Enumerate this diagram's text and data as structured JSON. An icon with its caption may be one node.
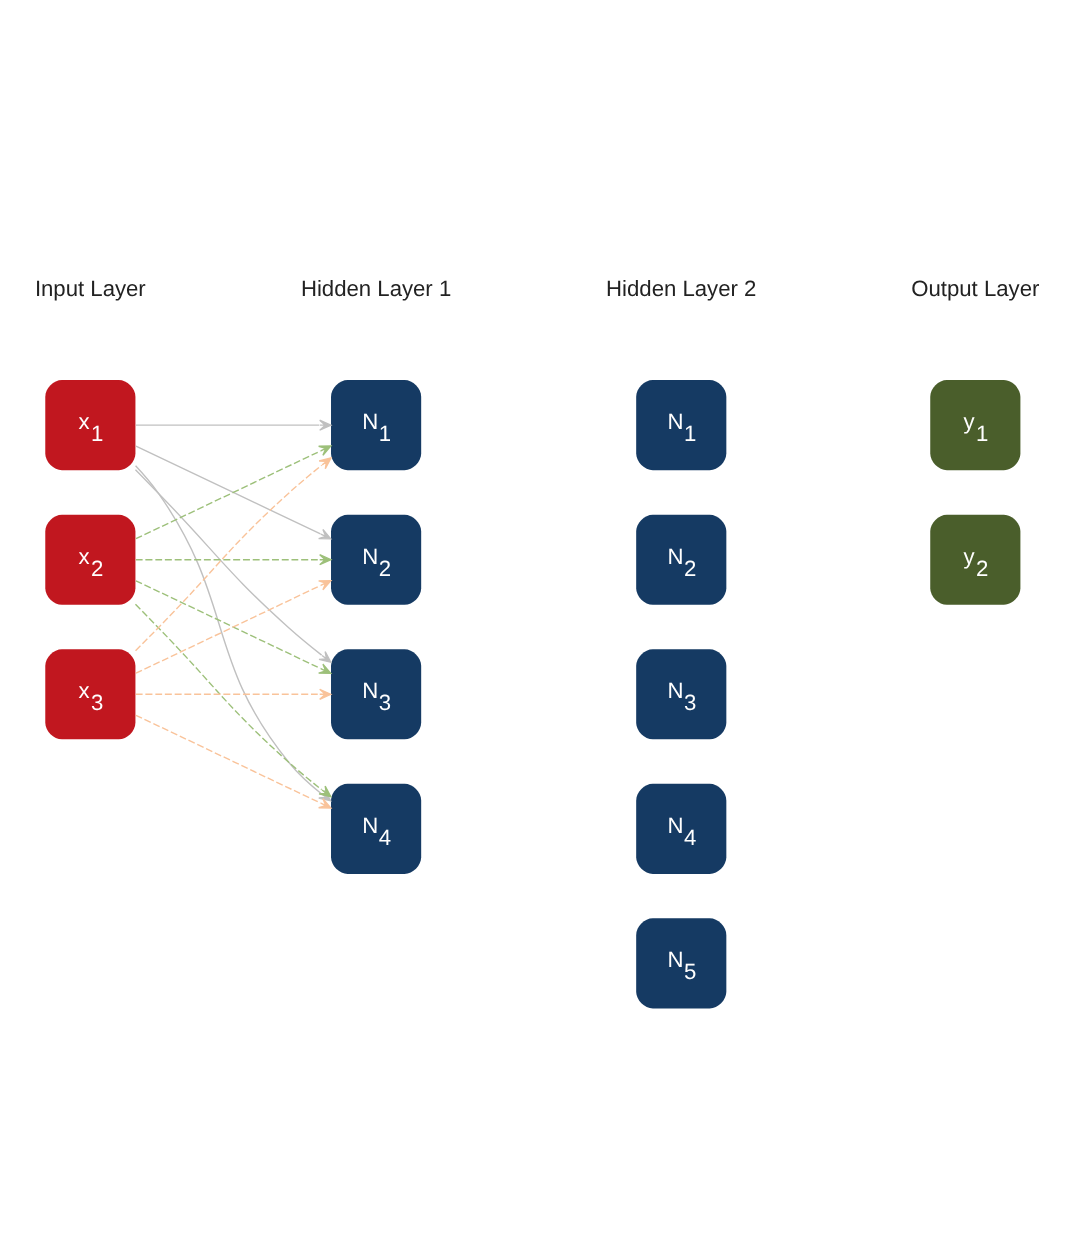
{
  "diagram": {
    "nodes": [
      {
        "text": [
          "x$_{1}$"
        ]
      },
      {
        "text": [
          "x$_{2}$"
        ]
      },
      {
        "text": [
          "x$_{3}$"
        ]
      },
      {
        "text": [
          "N$_{1}$"
        ]
      },
      {
        "text": [
          "N$_{2}$"
        ]
      },
      {
        "text": [
          "N$_{3}$"
        ]
      },
      {
        "text": [
          "N$_{4}$"
        ]
      },
      {
        "text": [
          "N$_{1}$"
        ]
      },
      {
        "text": [
          "N$_{2}$"
        ]
      },
      {
        "text": [
          "N$_{3}$"
        ]
      },
      {
        "text": [
          "N$_{4}$"
        ]
      },
      {
        "text": [
          "N$_{5}$"
        ]
      },
      {
        "text": [
          "y$_{1}$"
        ]
      },
      {
        "text": [
          "y$_{2}$"
        ]
      }
    ],
    "edges": [
      {
        "from": 0,
        "to": 3,
        "arrow": "to",
        "color": "#c0c0c0"
      },
      {
        "from": 0,
        "to": 4,
        "arrow": "to",
        "color": "#c0c0c0"
      },
      {
        "from": 0,
        "to": 5,
        "arrow": "to",
        "color": "#c0c0c0"
      },
      {
        "from": 0,
        "to": 6,
        "arrow": "to",
        "color": "#c0c0c0"
      },
      {
        "from": 1,
        "to": 3,
        "arrow": "to",
        "style": "dashed",
        "color": "#9dc07a"
      },
      {
        "from": 1,
        "to": 4,
        "arrow": "to",
        "style": "dashed",
        "color": "#9dc07a"
      },
      {
        "from": 1,
        "to": 5,
        "arrow": "to",
        "style": "dashed",
        "color": "#9dc07a"
      },
      {
        "from": 1,
        "to": 6,
        "arrow": "to",
        "style": "dashed",
        "color": "#9dc07a"
      },
      {
        "from": 2,
        "to": 3,
        "arrow": "to",
        "style": "dashed",
        "color": "#f9c39a"
      },
      {
        "from": 2,
        "to": 4,
        "arrow": "to",
        "style": "dashed",
        "color": "#f9c39a"
      },
      {
        "from": 2,
        "to": 5,
        "arrow": "to",
        "style": "dashed",
        "color": "#f9c39a"
      },
      {
        "from": 2,
        "to": 6,
        "arrow": "to",
        "style": "dashed",
        "color": "#f9c39a"
      }
    ],
    "labels": [
      "Input Layer",
      "Hidden Layer 1",
      "Hidden Layer 2",
      "Output Layer"
    ]
  }
}
